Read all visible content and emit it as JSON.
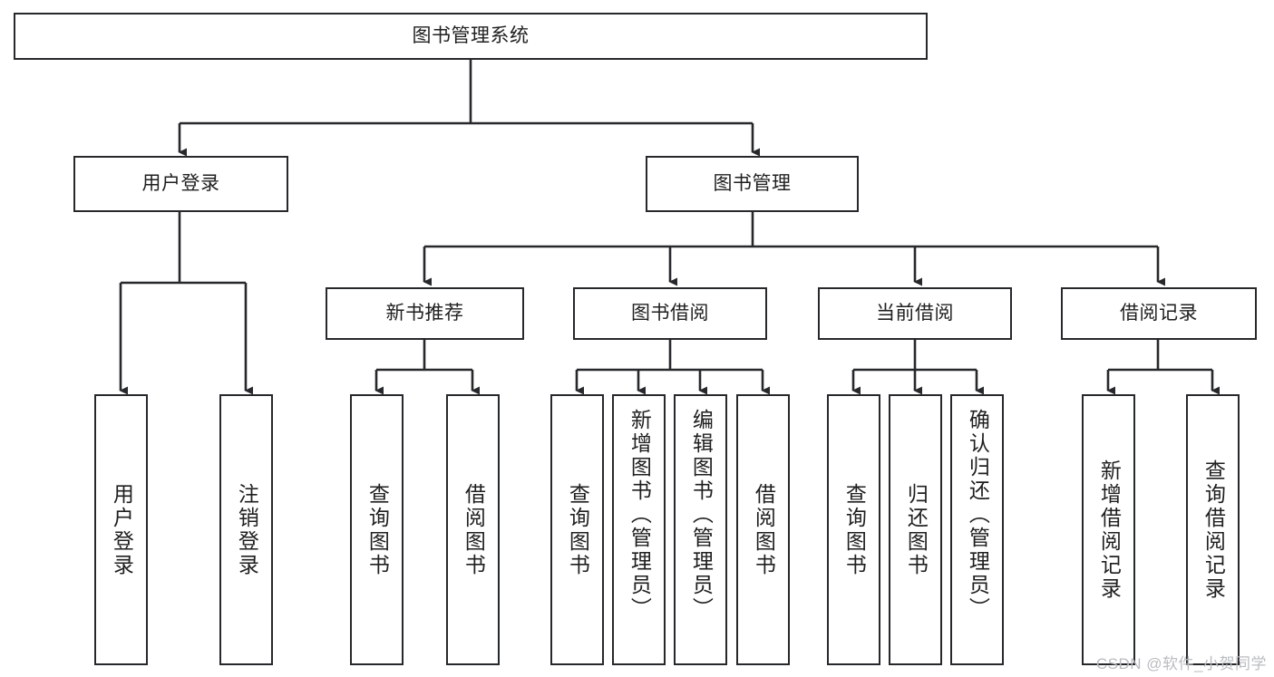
{
  "diagram": {
    "type": "tree-hierarchy",
    "title": "图书管理系统",
    "orientation": "top-down",
    "line_color": "#26282b",
    "box_fill": "#ffffff",
    "text_color": "#1f1f1f",
    "root": {
      "id": "root",
      "label": "图书管理系统"
    },
    "level2": [
      {
        "id": "user-login",
        "label": "用户登录"
      },
      {
        "id": "book-manage",
        "label": "图书管理"
      }
    ],
    "level3": [
      {
        "id": "new-book-recommend",
        "label": "新书推荐",
        "parent": "book-manage"
      },
      {
        "id": "book-borrow",
        "label": "图书借阅",
        "parent": "book-manage"
      },
      {
        "id": "current-borrow",
        "label": "当前借阅",
        "parent": "book-manage"
      },
      {
        "id": "borrow-record",
        "label": "借阅记录",
        "parent": "book-manage"
      }
    ],
    "leaves": {
      "user-login": [
        {
          "id": "leaf-user-login",
          "label": "用户登录"
        },
        {
          "id": "leaf-logout",
          "label": "注销登录"
        }
      ],
      "new-book-recommend": [
        {
          "id": "leaf-query-book-1",
          "label": "查询图书"
        },
        {
          "id": "leaf-borrow-book-1",
          "label": "借阅图书"
        }
      ],
      "book-borrow": [
        {
          "id": "leaf-query-book-2",
          "label": "查询图书"
        },
        {
          "id": "leaf-add-book",
          "label": "新增图书（管理员）"
        },
        {
          "id": "leaf-edit-book",
          "label": "编辑图书（管理员）"
        },
        {
          "id": "leaf-borrow-book-2",
          "label": "借阅图书"
        }
      ],
      "current-borrow": [
        {
          "id": "leaf-query-book-3",
          "label": "查询图书"
        },
        {
          "id": "leaf-return-book",
          "label": "归还图书"
        },
        {
          "id": "leaf-confirm-return",
          "label": "确认归还（管理员）"
        }
      ],
      "borrow-record": [
        {
          "id": "leaf-add-record",
          "label": "新增借阅记录"
        },
        {
          "id": "leaf-query-record",
          "label": "查询借阅记录"
        }
      ]
    }
  },
  "watermark": {
    "text": "CSDN @软件_小贺同学"
  }
}
